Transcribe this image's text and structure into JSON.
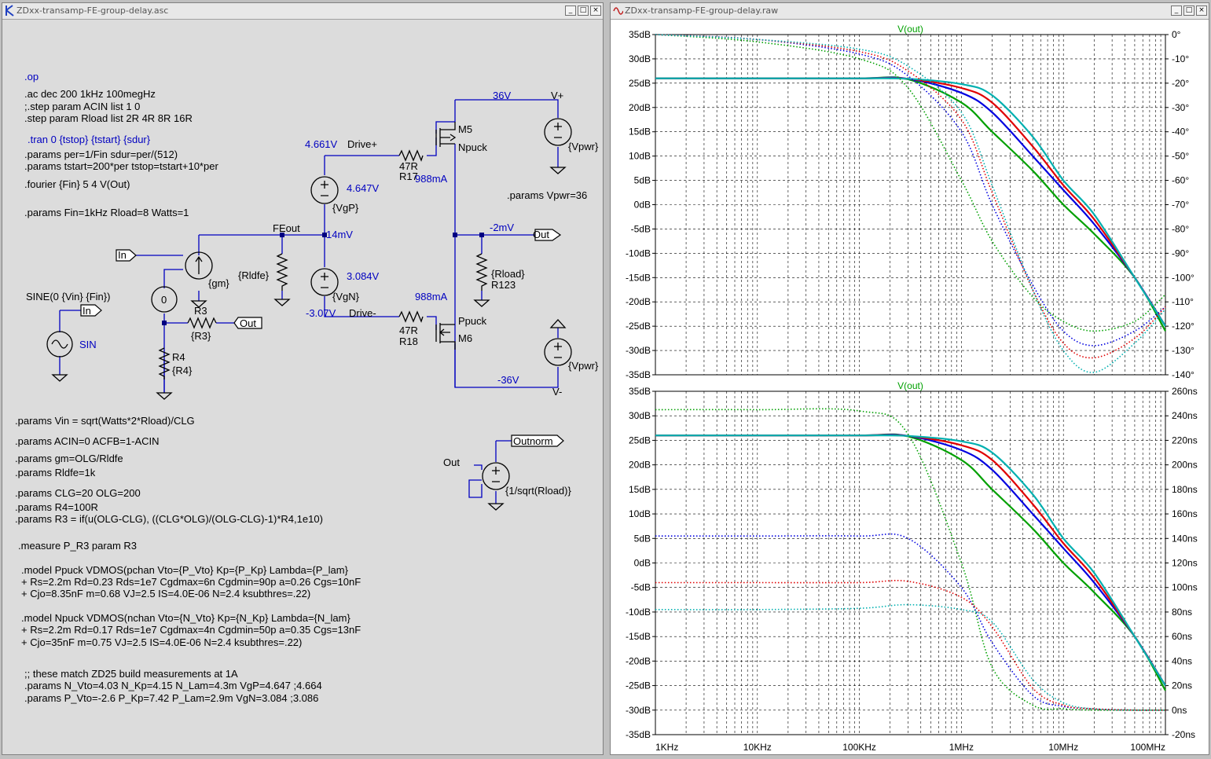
{
  "schematic_window": {
    "title": "ZDxx-transamp-FE-group-delay.asc",
    "directives": [
      ".op",
      ".ac dec 200 1kHz 100megHz",
      ";.step param ACIN list 1 0",
      ".step param Rload list 2R 4R 8R 16R",
      ".tran 0 {tstop} {tstart} {sdur}",
      ".params per=1/Fin sdur=per/(512)",
      ".params tstart=200*per tstop=tstart+10*per",
      ".fourier {Fin} 5 4 V(Out)",
      ".params Fin=1kHz Rload=8 Watts=1",
      ".params Vpwr=36",
      ".params Vin = sqrt(Watts*2*Rload)/CLG",
      ".params ACIN=0 ACFB=1-ACIN",
      ".params gm=OLG/Rldfe",
      ".params Rldfe=1k",
      ".params CLG=20 OLG=200",
      ".params R4=100R",
      ".params R3 = if(u(OLG-CLG), ((CLG*OLG)/(OLG-CLG)-1)*R4,1e10)",
      ".measure P_R3 param R3",
      ".model Ppuck VDMOS(pchan Vto={P_Vto} Kp={P_Kp} Lambda={P_lam}",
      "+ Rs=2.2m Rd=0.23 Rds=1e7 Cgdmax=6n Cgdmin=90p a=0.26 Cgs=10nF",
      "+ Cjo=8.35nF m=0.68 VJ=2.5 IS=4.0E-06 N=2.4 ksubthres=.22)",
      ".model Npuck VDMOS(nchan Vto={N_Vto} Kp={N_Kp} Lambda={N_lam}",
      "+ Rs=2.2m Rd=0.17 Rds=1e7 Cgdmax=4n Cgdmin=50p a=0.35 Cgs=13nF",
      "+ Cjo=35nF m=0.75 VJ=2.5 IS=4.0E-06 N=2.4 ksubthres=.22)",
      ";; these match ZD25 build measurements at 1A",
      ".params N_Vto=4.03 N_Kp=4.15 N_Lam=4.3m VgP=4.647 ;4.664",
      ".params P_Vto=-2.6 P_Kp=7.42 P_Lam=2.9m VgN=3.084 ;3.086"
    ],
    "labels": {
      "v36": "36V",
      "vplus": "V+",
      "vminus": "V-",
      "vneg36": "-36V",
      "m5": "M5",
      "npuck": "Npuck",
      "m6": "M6",
      "ppuck": "Ppuck",
      "node_4661": "4.661V",
      "drive_plus": "Drive+",
      "drive_minus": "Drive-",
      "r47a": "47R",
      "r17": "R17",
      "r47b": "47R",
      "r18": "R18",
      "i988a": "988mA",
      "i988b": "988mA",
      "vgp": "{VgP}",
      "vgp_val": "4.647V",
      "vgn": "{VgN}",
      "vgn_val": "3.084V",
      "node_307": "-3.07V",
      "feout": "FEout",
      "node_14": "14mV",
      "node_2": "-2mV",
      "out": "Out",
      "rload": "{Rload}",
      "r123": "R123",
      "rldfe": "{Rldfe}",
      "gm": "{gm}",
      "in": "In",
      "in2": "In",
      "vpwr_top": "{Vpwr}",
      "vpwr_bot": "{Vpwr}",
      "zero": "0",
      "r3": "R3",
      "r3v": "{R3}",
      "out2": "Out",
      "r4": "R4",
      "r4v": "{R4}",
      "sine": "SINE(0 {Vin} {Fin})",
      "sin": "SIN",
      "outnorm": "Outnorm",
      "out3": "Out",
      "outnorm_gain": "{1/sqrt(Rload)}"
    }
  },
  "waveform_window": {
    "title": "ZDxx-transamp-FE-group-delay.raw",
    "top_pane": {
      "trace_label": "V(out)",
      "left_ticks": [
        "35dB",
        "30dB",
        "25dB",
        "20dB",
        "15dB",
        "10dB",
        "5dB",
        "0dB",
        "-5dB",
        "-10dB",
        "-15dB",
        "-20dB",
        "-25dB",
        "-30dB",
        "-35dB"
      ],
      "right_ticks": [
        "0°",
        "-10°",
        "-20°",
        "-30°",
        "-40°",
        "-50°",
        "-60°",
        "-70°",
        "-80°",
        "-90°",
        "-100°",
        "-110°",
        "-120°",
        "-130°",
        "-140°"
      ]
    },
    "bottom_pane": {
      "trace_label": "V(out)",
      "left_ticks": [
        "35dB",
        "30dB",
        "25dB",
        "20dB",
        "15dB",
        "10dB",
        "5dB",
        "0dB",
        "-5dB",
        "-10dB",
        "-15dB",
        "-20dB",
        "-25dB",
        "-30dB",
        "-35dB"
      ],
      "right_ticks": [
        "260ns",
        "240ns",
        "220ns",
        "200ns",
        "180ns",
        "160ns",
        "140ns",
        "120ns",
        "100ns",
        "80ns",
        "60ns",
        "40ns",
        "20ns",
        "0ns",
        "-20ns"
      ]
    },
    "x_ticks": [
      "1KHz",
      "10KHz",
      "100KHz",
      "1MHz",
      "10MHz",
      "100MHz"
    ]
  },
  "chart_data": [
    {
      "type": "line",
      "title": "V(out)",
      "xlabel": "",
      "ylabel": "",
      "x_scale": "log",
      "x_range_hz": [
        1000,
        100000000
      ],
      "ylim_db": [
        -35,
        35
      ],
      "y2lim_deg": [
        -140,
        0
      ],
      "grid": true,
      "x_hz": [
        1000,
        10000,
        100000,
        300000,
        1000000,
        2000000,
        5000000,
        10000000,
        20000000,
        50000000,
        100000000
      ],
      "series": [
        {
          "name": "",
          "color": "#00a000",
          "style": "solid",
          "values_db": [
            26,
            26,
            26,
            25.8,
            21,
            15,
            7,
            0,
            -6,
            -15,
            -26
          ]
        },
        {
          "name": "",
          "color": "#0000e0",
          "style": "solid",
          "values_db": [
            26,
            26,
            26,
            25.9,
            23,
            19,
            10,
            3,
            -4,
            -15,
            -25
          ]
        },
        {
          "name": "",
          "color": "#e00000",
          "style": "solid",
          "values_db": [
            26,
            26,
            26,
            25.9,
            24,
            21,
            12,
            4,
            -3,
            -15,
            -25
          ]
        },
        {
          "name": "",
          "color": "#00b0b0",
          "style": "solid",
          "values_db": [
            26,
            26,
            26,
            25.9,
            24.8,
            22.5,
            14,
            5,
            -2,
            -15,
            -25
          ]
        },
        {
          "name": "",
          "color": "#00a000",
          "style": "dotted",
          "values_deg": [
            0,
            -3,
            -10,
            -22,
            -60,
            -85,
            -108,
            -118,
            -122,
            -118,
            -107
          ]
        },
        {
          "name": "",
          "color": "#0000e0",
          "style": "dotted",
          "values_deg": [
            0,
            -2,
            -8,
            -17,
            -40,
            -70,
            -103,
            -122,
            -128,
            -122,
            -112
          ]
        },
        {
          "name": "",
          "color": "#e00000",
          "style": "dotted",
          "values_deg": [
            0,
            -2,
            -7,
            -15,
            -35,
            -65,
            -105,
            -127,
            -133,
            -125,
            -112
          ]
        },
        {
          "name": "",
          "color": "#00b0b0",
          "style": "dotted",
          "values_deg": [
            0,
            -2,
            -6,
            -13,
            -32,
            -62,
            -105,
            -130,
            -139,
            -127,
            -113
          ]
        }
      ]
    },
    {
      "type": "line",
      "title": "V(out)",
      "xlabel": "",
      "ylabel": "",
      "x_scale": "log",
      "x_range_hz": [
        1000,
        100000000
      ],
      "ylim_db": [
        -35,
        35
      ],
      "y2lim_ns": [
        -20,
        260
      ],
      "grid": true,
      "x_hz": [
        1000,
        10000,
        100000,
        300000,
        1000000,
        2000000,
        5000000,
        10000000,
        20000000,
        50000000,
        100000000
      ],
      "series": [
        {
          "name": "",
          "color": "#00a000",
          "style": "solid",
          "values_db": [
            26,
            26,
            26,
            25.8,
            21,
            15,
            7,
            0,
            -6,
            -15,
            -26
          ]
        },
        {
          "name": "",
          "color": "#0000e0",
          "style": "solid",
          "values_db": [
            26,
            26,
            26,
            25.9,
            23,
            19,
            10,
            3,
            -4,
            -15,
            -25
          ]
        },
        {
          "name": "",
          "color": "#e00000",
          "style": "solid",
          "values_db": [
            26,
            26,
            26,
            25.9,
            24,
            21,
            12,
            4,
            -3,
            -15,
            -25
          ]
        },
        {
          "name": "",
          "color": "#00b0b0",
          "style": "solid",
          "values_db": [
            26,
            26,
            26,
            25.9,
            24.8,
            22.5,
            14,
            5,
            -2,
            -15,
            -25
          ]
        },
        {
          "name": "",
          "color": "#00a000",
          "style": "dotted",
          "values_ns": [
            245,
            245,
            244,
            225,
            120,
            35,
            4,
            1,
            0,
            0,
            0
          ]
        },
        {
          "name": "",
          "color": "#0000e0",
          "style": "dotted",
          "values_ns": [
            142,
            142,
            142,
            140,
            100,
            55,
            12,
            3,
            1,
            0,
            0
          ]
        },
        {
          "name": "",
          "color": "#e00000",
          "style": "dotted",
          "values_ns": [
            104,
            104,
            104,
            105,
            92,
            68,
            18,
            4,
            1,
            0,
            0
          ]
        },
        {
          "name": "",
          "color": "#00b0b0",
          "style": "dotted",
          "values_ns": [
            82,
            82,
            83,
            86,
            82,
            72,
            25,
            6,
            1,
            0,
            0
          ]
        }
      ]
    }
  ]
}
